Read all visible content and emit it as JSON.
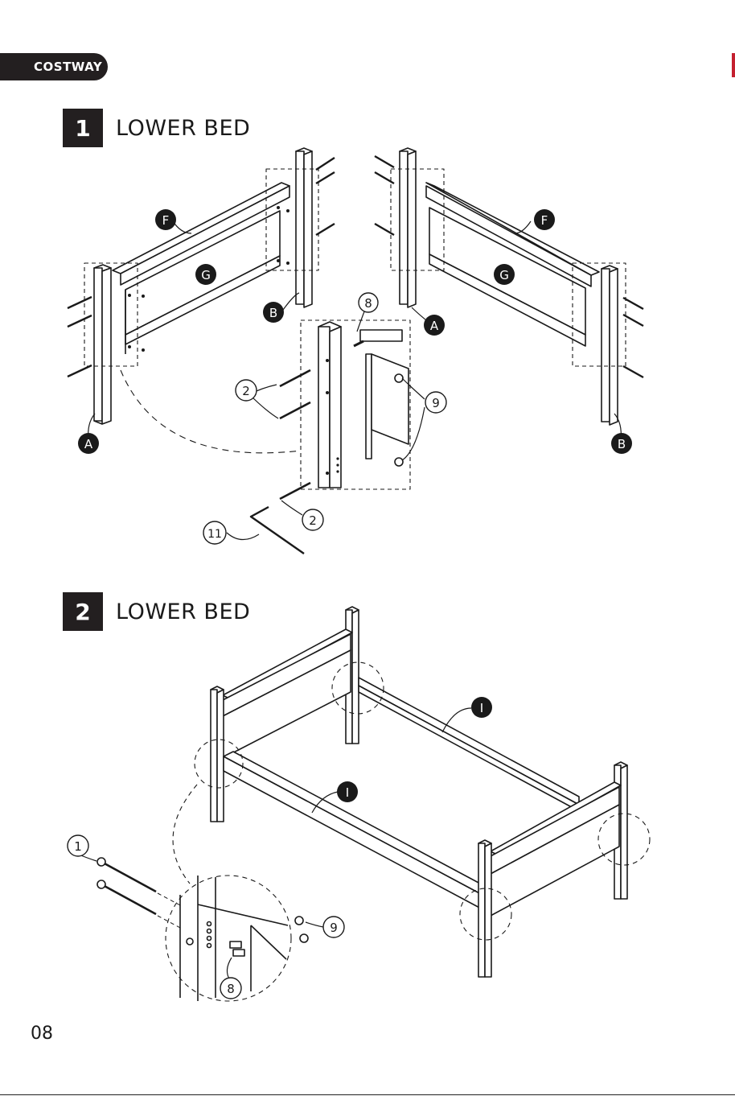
{
  "header": {
    "brand": "COSTWAY"
  },
  "steps": [
    {
      "number": "1",
      "title": "LOWER BED"
    },
    {
      "number": "2",
      "title": "LOWER BED"
    }
  ],
  "labels": {
    "A": "A",
    "B": "B",
    "F": "F",
    "G": "G",
    "I": "I",
    "p1": "1",
    "p2": "2",
    "p8": "8",
    "p9": "9",
    "p11": "11"
  },
  "footer": {
    "page_number": "08"
  }
}
